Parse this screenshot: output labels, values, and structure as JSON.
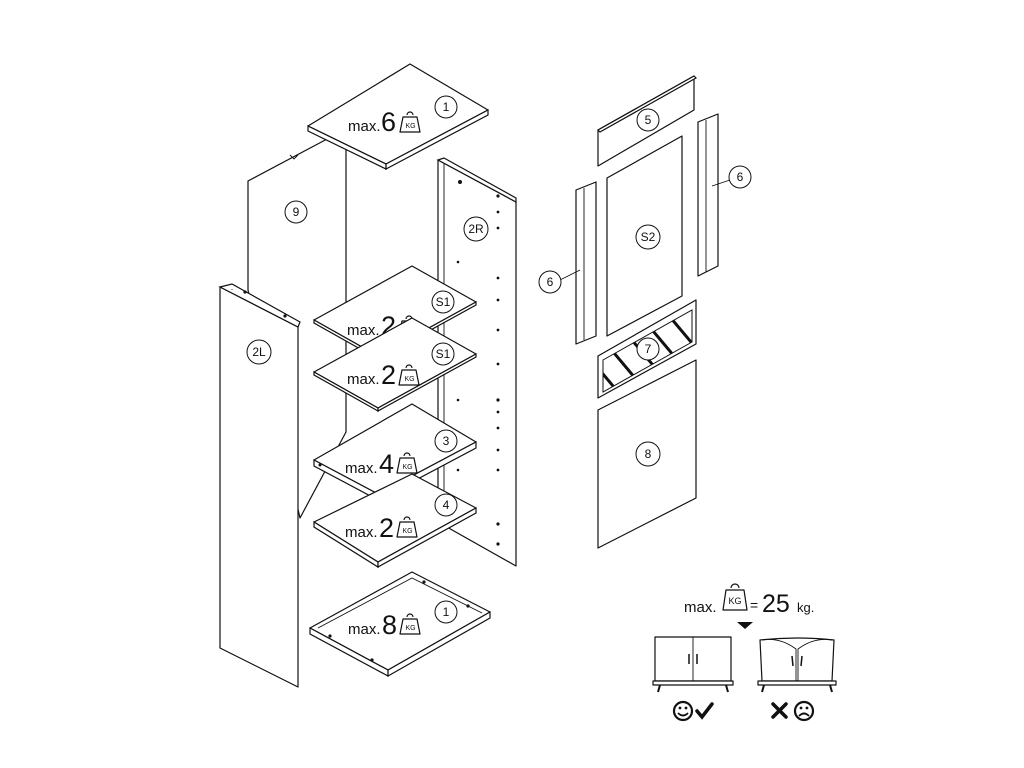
{
  "parts": {
    "top": "1",
    "bottom": "1",
    "left_side": "2L",
    "right_side": "2R",
    "shelf_middle": "3",
    "shelf_lower": "4",
    "glass_shelf": "S1",
    "glass_panel": "S2",
    "door_top_rail": "5",
    "door_stile": "6",
    "door_decor_panel": "7",
    "door_lower_panel": "8",
    "back_panel": "9"
  },
  "loads": {
    "prefix": "max.",
    "top": "6",
    "glass_upper": "2",
    "glass_lower": "2",
    "shelf_middle": "4",
    "shelf_lower": "2",
    "bottom": "8",
    "weight_unit_badge": "KG"
  },
  "door_note": {
    "prefix": "max.",
    "badge": "KG",
    "equals": "=",
    "value": "25",
    "unit": "kg."
  },
  "icons": [
    "weight-icon",
    "smiley-happy-icon",
    "check-icon",
    "cross-icon",
    "smiley-sad-icon",
    "cabinet-correct-icon",
    "cabinet-sagging-icon"
  ],
  "colors": {
    "line": "#111111",
    "background": "#ffffff"
  }
}
